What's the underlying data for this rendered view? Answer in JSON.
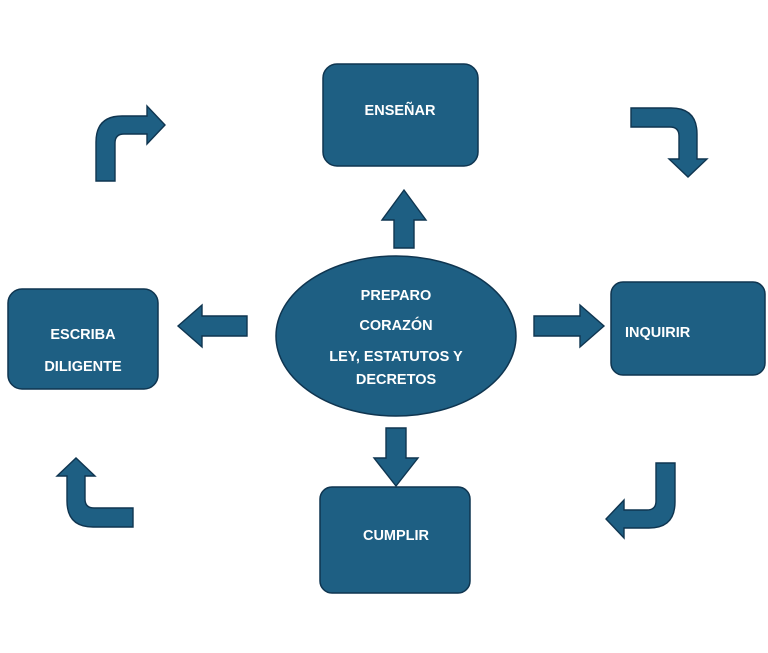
{
  "colors": {
    "node_fill": "#1e5f83",
    "node_stroke": "#0f3550",
    "arrow_fill": "#1e5f83",
    "text": "#ffffff",
    "background": "#ffffff"
  },
  "center": {
    "lines": [
      "PREPARO",
      "CORAZÓN",
      "LEY, ESTATUTOS Y",
      "DECRETOS"
    ]
  },
  "nodes": {
    "top": {
      "label": "ENSEÑAR"
    },
    "right": {
      "label": "INQUIRIR"
    },
    "bottom": {
      "label": "CUMPLIR"
    },
    "left": {
      "lines": [
        "ESCRIBA",
        "DILIGENTE"
      ]
    }
  }
}
